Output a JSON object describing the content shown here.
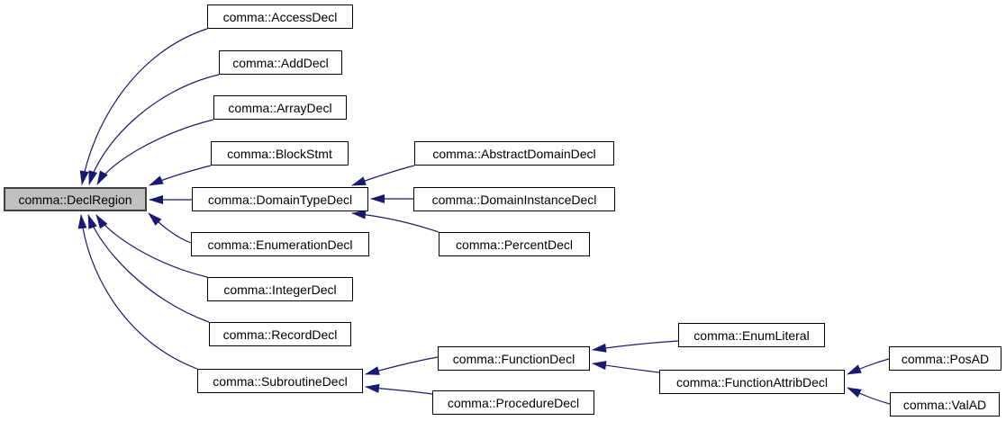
{
  "diagram": {
    "type": "class-inheritance-graph",
    "colors": {
      "edge": "#191970",
      "node_border": "#000000",
      "node_fill": "#ffffff",
      "highlight_fill": "#c0c0c0",
      "highlight_border": "#404040",
      "text": "#000000",
      "background": "#ffffff"
    },
    "nodes": [
      {
        "id": "declregion",
        "label": "comma::DeclRegion",
        "highlighted": true
      },
      {
        "id": "accessdecl",
        "label": "comma::AccessDecl",
        "highlighted": false
      },
      {
        "id": "adddecl",
        "label": "comma::AddDecl",
        "highlighted": false
      },
      {
        "id": "arraydecl",
        "label": "comma::ArrayDecl",
        "highlighted": false
      },
      {
        "id": "blockstmt",
        "label": "comma::BlockStmt",
        "highlighted": false
      },
      {
        "id": "domaintypedecl",
        "label": "comma::DomainTypeDecl",
        "highlighted": false
      },
      {
        "id": "enumerationdecl",
        "label": "comma::EnumerationDecl",
        "highlighted": false
      },
      {
        "id": "integerdecl",
        "label": "comma::IntegerDecl",
        "highlighted": false
      },
      {
        "id": "recorddecl",
        "label": "comma::RecordDecl",
        "highlighted": false
      },
      {
        "id": "subroutinedecl",
        "label": "comma::SubroutineDecl",
        "highlighted": false
      },
      {
        "id": "abstractdomaindecl",
        "label": "comma::AbstractDomainDecl",
        "highlighted": false
      },
      {
        "id": "domaininstancedecl",
        "label": "comma::DomainInstanceDecl",
        "highlighted": false
      },
      {
        "id": "percentdecl",
        "label": "comma::PercentDecl",
        "highlighted": false
      },
      {
        "id": "functiondecl",
        "label": "comma::FunctionDecl",
        "highlighted": false
      },
      {
        "id": "proceduredecl",
        "label": "comma::ProcedureDecl",
        "highlighted": false
      },
      {
        "id": "enumliteral",
        "label": "comma::EnumLiteral",
        "highlighted": false
      },
      {
        "id": "functionattribdecl",
        "label": "comma::FunctionAttribDecl",
        "highlighted": false
      },
      {
        "id": "posad",
        "label": "comma::PosAD",
        "highlighted": false
      },
      {
        "id": "valad",
        "label": "comma::ValAD",
        "highlighted": false
      }
    ],
    "edges": [
      {
        "from": "comma::AccessDecl",
        "to": "comma::DeclRegion",
        "relation": "inherits"
      },
      {
        "from": "comma::AddDecl",
        "to": "comma::DeclRegion",
        "relation": "inherits"
      },
      {
        "from": "comma::ArrayDecl",
        "to": "comma::DeclRegion",
        "relation": "inherits"
      },
      {
        "from": "comma::BlockStmt",
        "to": "comma::DeclRegion",
        "relation": "inherits"
      },
      {
        "from": "comma::DomainTypeDecl",
        "to": "comma::DeclRegion",
        "relation": "inherits"
      },
      {
        "from": "comma::EnumerationDecl",
        "to": "comma::DeclRegion",
        "relation": "inherits"
      },
      {
        "from": "comma::IntegerDecl",
        "to": "comma::DeclRegion",
        "relation": "inherits"
      },
      {
        "from": "comma::RecordDecl",
        "to": "comma::DeclRegion",
        "relation": "inherits"
      },
      {
        "from": "comma::SubroutineDecl",
        "to": "comma::DeclRegion",
        "relation": "inherits"
      },
      {
        "from": "comma::AbstractDomainDecl",
        "to": "comma::DomainTypeDecl",
        "relation": "inherits"
      },
      {
        "from": "comma::DomainInstanceDecl",
        "to": "comma::DomainTypeDecl",
        "relation": "inherits"
      },
      {
        "from": "comma::PercentDecl",
        "to": "comma::DomainTypeDecl",
        "relation": "inherits"
      },
      {
        "from": "comma::FunctionDecl",
        "to": "comma::SubroutineDecl",
        "relation": "inherits"
      },
      {
        "from": "comma::ProcedureDecl",
        "to": "comma::SubroutineDecl",
        "relation": "inherits"
      },
      {
        "from": "comma::EnumLiteral",
        "to": "comma::FunctionDecl",
        "relation": "inherits"
      },
      {
        "from": "comma::FunctionAttribDecl",
        "to": "comma::FunctionDecl",
        "relation": "inherits"
      },
      {
        "from": "comma::PosAD",
        "to": "comma::FunctionAttribDecl",
        "relation": "inherits"
      },
      {
        "from": "comma::ValAD",
        "to": "comma::FunctionAttribDecl",
        "relation": "inherits"
      }
    ]
  }
}
